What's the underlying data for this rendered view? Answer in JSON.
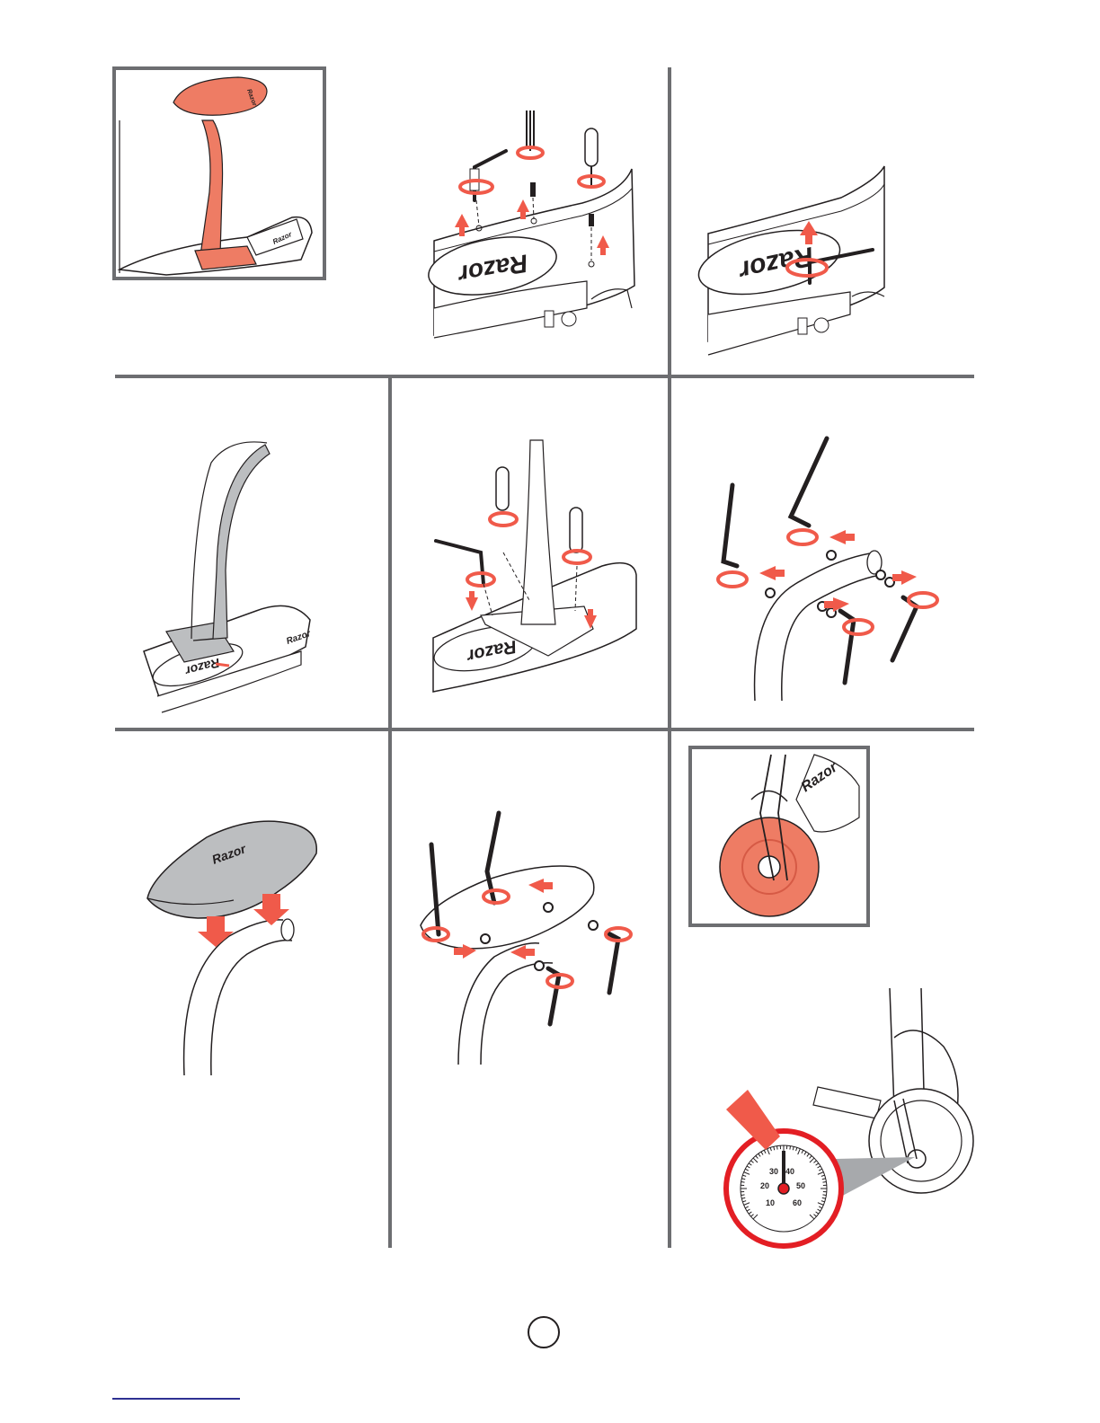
{
  "document": {
    "type": "assembly-instructions",
    "brand_marks": {
      "deck": "Razor",
      "seat": "Razor",
      "fender": "Razor"
    },
    "gauge": {
      "ticks": [
        "10",
        "20",
        "30",
        "40",
        "50",
        "60"
      ]
    }
  },
  "colors": {
    "accent": "#ee7c64",
    "accent_dark": "#d65a45",
    "arrow": "#f05a4a",
    "gauge_ring": "#e31e24",
    "divider": "#6d6e71",
    "line": "#231f20",
    "gray_part": "#bcbec0"
  },
  "icons": {
    "rotate": "rotate-arrow-icon",
    "up": "arrow-up-icon",
    "down": "arrow-down-icon",
    "left": "arrow-left-icon",
    "right": "arrow-right-icon"
  }
}
